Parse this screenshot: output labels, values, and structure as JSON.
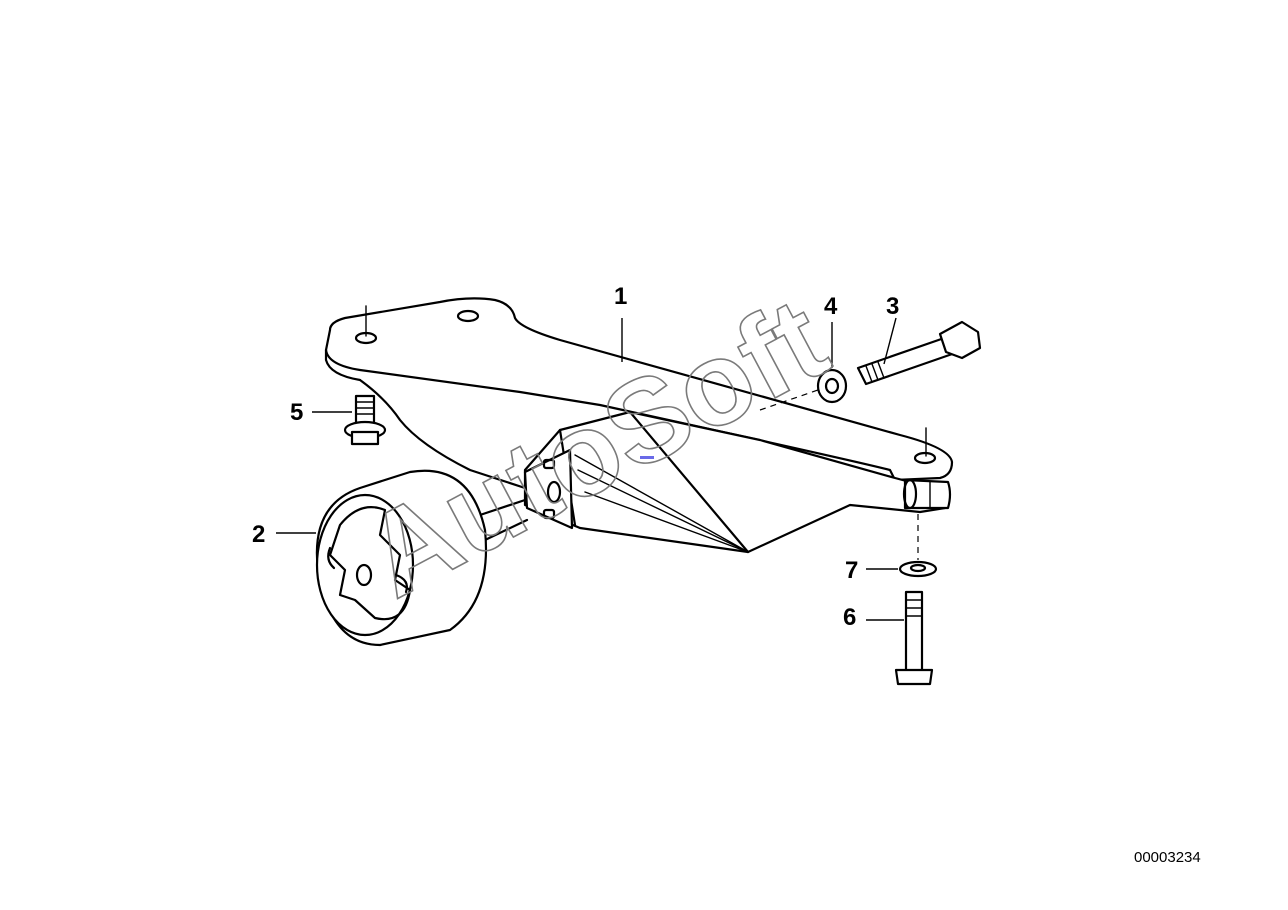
{
  "diagram": {
    "watermark": "AutoSoft",
    "document_number": "00003234",
    "parts": [
      {
        "number": "1",
        "part": "transmission-crossmember"
      },
      {
        "number": "2",
        "part": "rubber-mount"
      },
      {
        "number": "3",
        "part": "hex-bolt"
      },
      {
        "number": "4",
        "part": "washer"
      },
      {
        "number": "5",
        "part": "stud-bolt"
      },
      {
        "number": "6",
        "part": "hex-bolt-vertical"
      },
      {
        "number": "7",
        "part": "washer-small"
      }
    ]
  }
}
